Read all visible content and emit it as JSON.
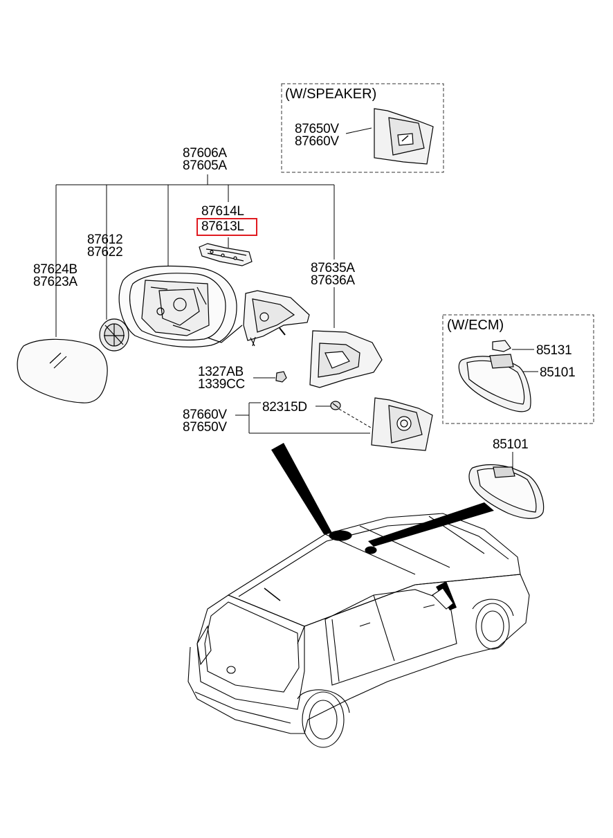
{
  "groups": {
    "speaker_title": "(W/SPEAKER)",
    "ecm_title": "(W/ECM)"
  },
  "labels": {
    "speaker_a": "87650V",
    "speaker_b": "87660V",
    "assy_a": "87606A",
    "assy_b": "87605A",
    "cover_a": "87614L",
    "cover_b": "87613L",
    "actuator_a": "87612",
    "actuator_b": "87622",
    "glass_a": "87624B",
    "glass_b": "87623A",
    "scalp_a": "87635A",
    "scalp_b": "87636A",
    "bolt_a": "1327AB",
    "bolt_b": "1339CC",
    "ecm_cover": "85131",
    "ecm_mirror": "85101",
    "clip": "82315D",
    "trim_a": "87660V",
    "trim_b": "87650V",
    "inside_mirror": "85101"
  },
  "highlight": {
    "part": "87613L",
    "color": "#e0191f"
  }
}
